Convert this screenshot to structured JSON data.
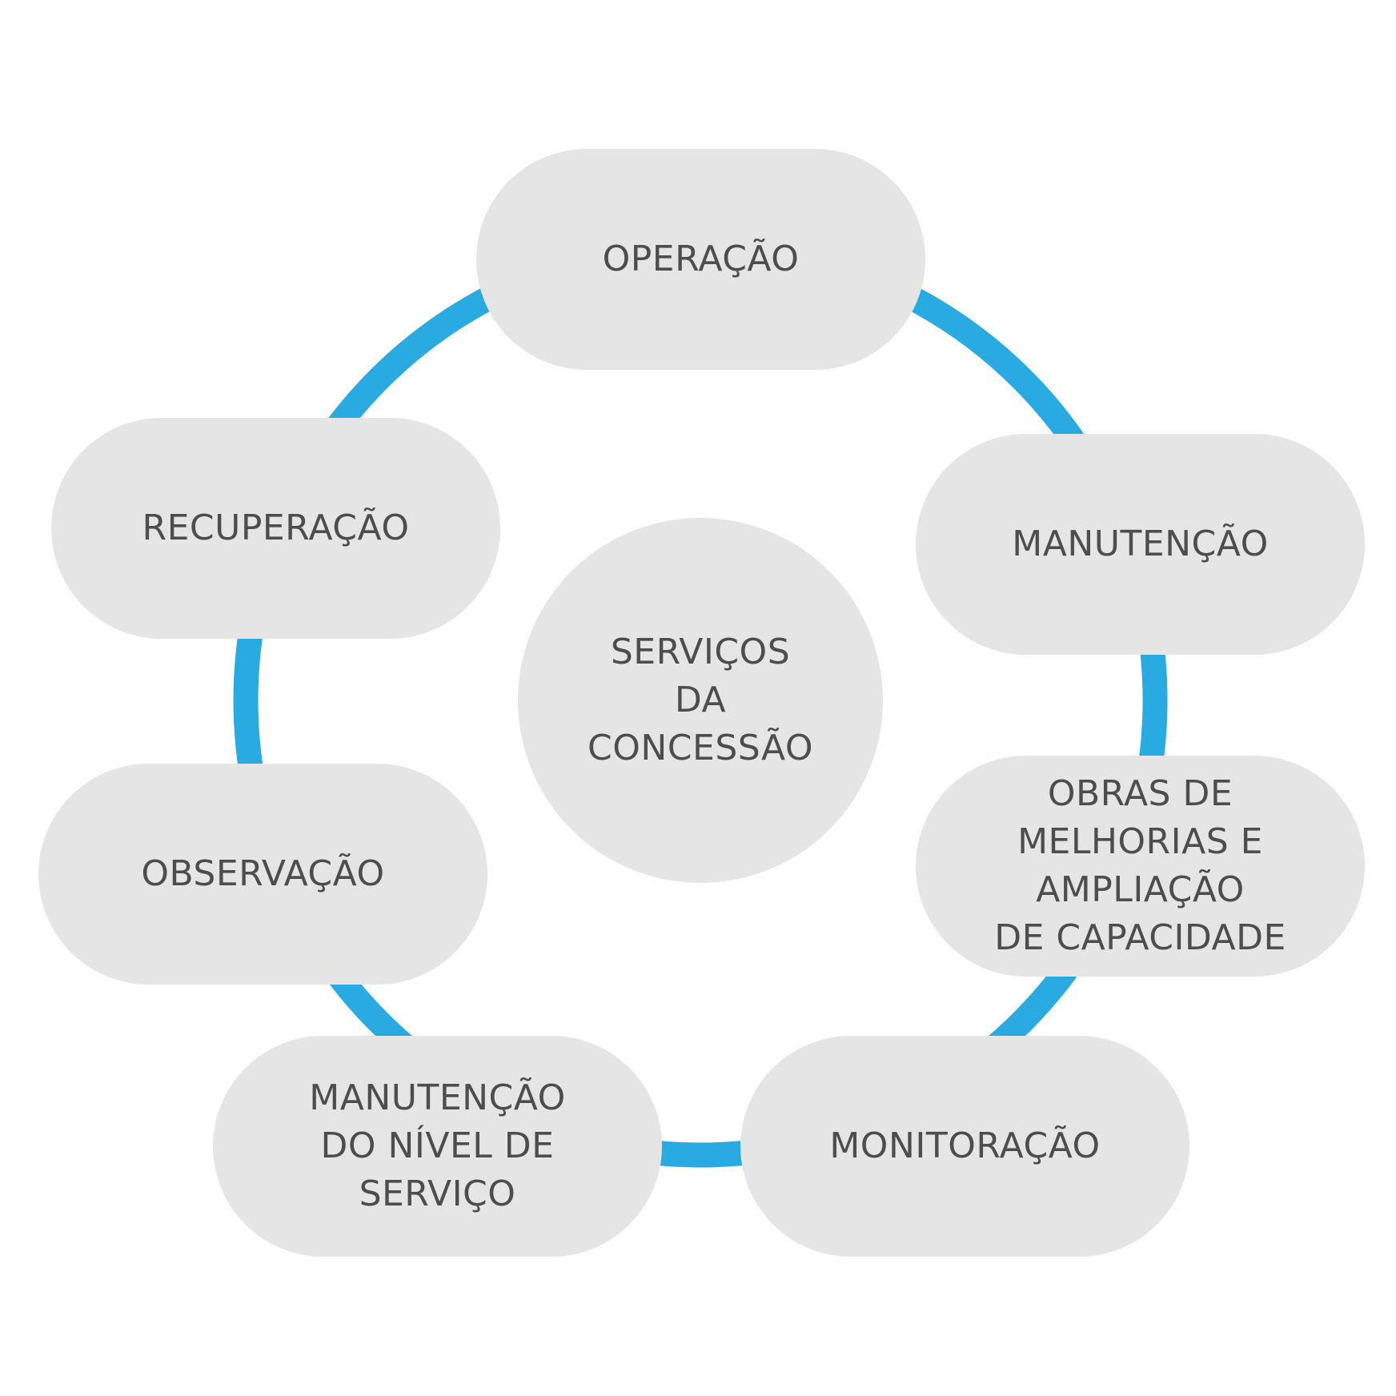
{
  "diagram": {
    "title": "Serviços da Concessão",
    "ring_color": "#29abe2",
    "node_fill": "#e5e5e5",
    "text_color": "#4d4d4d",
    "center": {
      "lines": [
        "SERVIÇOS",
        "DA",
        "CONCESSÃO"
      ]
    },
    "nodes": [
      {
        "id": "operacao",
        "lines": [
          "OPERAÇÃO"
        ]
      },
      {
        "id": "manutencao",
        "lines": [
          "MANUTENÇÃO"
        ]
      },
      {
        "id": "obras",
        "lines": [
          "OBRAS DE",
          "MELHORIAS E",
          "AMPLIAÇÃO",
          "DE CAPACIDADE"
        ]
      },
      {
        "id": "monitoracao",
        "lines": [
          "MONITORAÇÃO"
        ]
      },
      {
        "id": "manutencao-nivel-servico",
        "lines": [
          "MANUTENÇÃO",
          "DO NÍVEL DE",
          "SERVIÇO"
        ]
      },
      {
        "id": "observacao",
        "lines": [
          "OBSERVAÇÃO"
        ]
      },
      {
        "id": "recuperacao",
        "lines": [
          "RECUPERAÇÃO"
        ]
      }
    ]
  }
}
